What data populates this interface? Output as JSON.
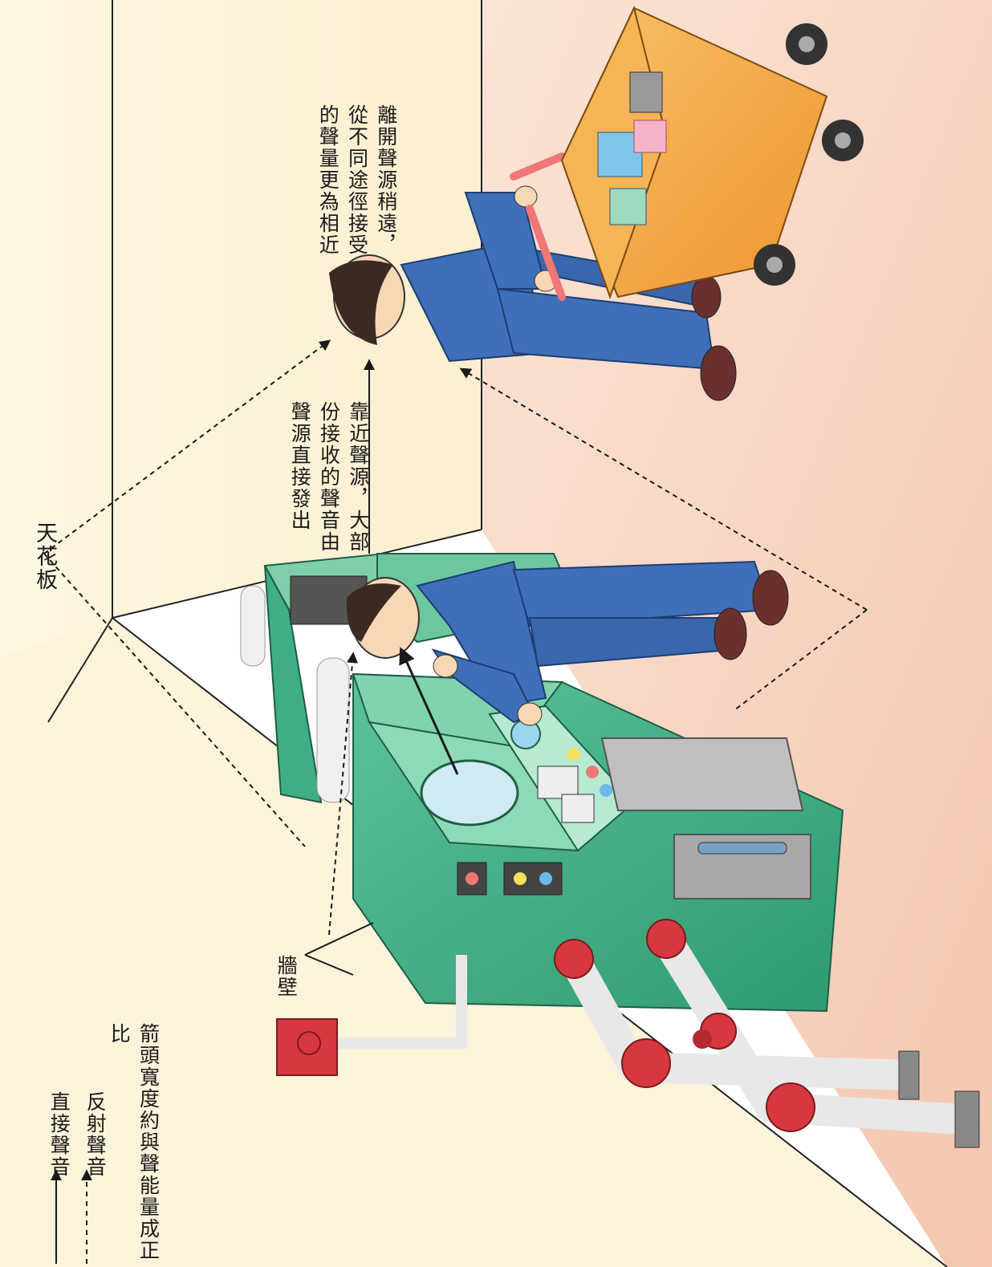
{
  "labels": {
    "ceiling": "天花板",
    "wall": "牆壁"
  },
  "callouts": {
    "near": {
      "lines": [
        "靠近聲源，大部",
        "份接收的聲音由",
        "聲源直接發出"
      ]
    },
    "far": {
      "lines": [
        "離開聲源稍遠，",
        "從不同途徑接受",
        "的聲量更為相近"
      ]
    }
  },
  "legend": {
    "direct": "直接聲音",
    "reflected": "反射聲音",
    "note": "箭頭寬度約與聲能量成正比"
  },
  "colors": {
    "floor": "#f7d9c6",
    "wall": "#fbf2d6",
    "machine_green": "#3fae84",
    "machine_dark": "#2a8a64",
    "worker_blue": "#3f6fb8",
    "cart_orange": "#f3a540",
    "pipe_red": "#d7373e",
    "arrow": "#1a1a1a"
  }
}
